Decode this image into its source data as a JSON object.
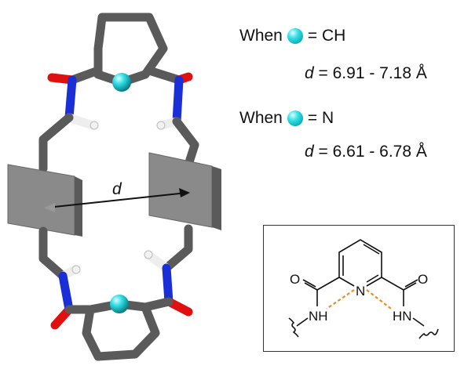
{
  "legend": [
    {
      "prefix": "When",
      "symbol": "cyan-sphere",
      "equals": "= CH",
      "distance_var": "d",
      "distance_value": "= 6.91 - 7.18 Å"
    },
    {
      "prefix": "When",
      "symbol": "cyan-sphere",
      "equals": "= N",
      "distance_var": "d",
      "distance_value": "= 6.61 - 6.78 Å"
    }
  ],
  "model": {
    "distance_label": "d"
  },
  "inset": {
    "atoms": {
      "o_left": "O",
      "o_right": "O",
      "n_ring": "N",
      "nh_left": "NH",
      "nh_right": "HN"
    }
  },
  "colors": {
    "carbon": "#5a5a5a",
    "nitrogen": "#1a2fd6",
    "oxygen": "#e01010",
    "hydrogen": "#eeeeee",
    "sphere": "#2fd4dc",
    "hbond": "#f08a24"
  }
}
